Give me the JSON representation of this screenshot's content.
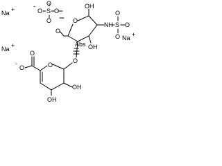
{
  "molecule": {
    "counterions": {
      "sodium_left_top": "Na",
      "sodium_right": "Na",
      "sodium_left_mid": "Na",
      "charge": "+"
    },
    "sulfate_group": {
      "O_left": "O",
      "S": "S",
      "O_right": "O",
      "O_top": "O",
      "O_minus": "O",
      "minus": "-"
    },
    "glucosamine_ring": {
      "ring_O": "O",
      "OH_top": "OH",
      "NH": "NH",
      "S": "S",
      "O_S_top": "O",
      "O_S_right": "O",
      "O_S_minus": "O",
      "O_6": "O",
      "OH_3": "OH",
      "abs_label": "Abs",
      "linkage_O": "O"
    },
    "uronic_ring": {
      "ring_O": "O",
      "carboxylate_O1": "O",
      "carboxylate_O2": "O",
      "minus": "-",
      "OH_right": "OH",
      "OH_bottom": "OH"
    }
  }
}
